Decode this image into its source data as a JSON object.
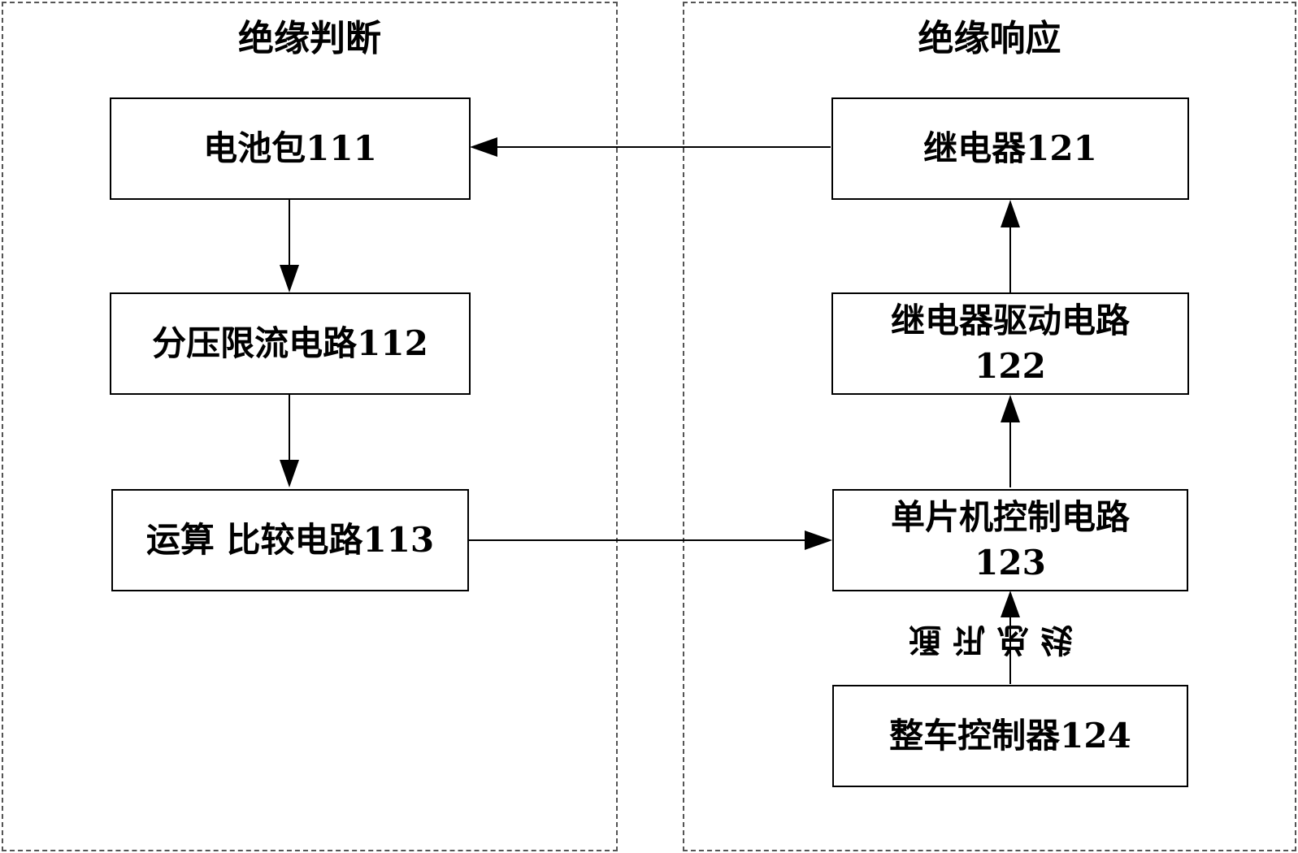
{
  "panels": {
    "left": {
      "title": "绝缘判断"
    },
    "right": {
      "title": "绝缘响应"
    }
  },
  "boxes": {
    "battery": "电池包111",
    "divider": "分压限流电路112",
    "compare": "运算 比较电路113",
    "relay": "继电器121",
    "relay_driver": "继电器驱动电路\n122",
    "mcu": "单片机控制电路\n123",
    "vcu": "整车控制器124"
  },
  "labels": {
    "comm_bus": "通讯总线"
  }
}
